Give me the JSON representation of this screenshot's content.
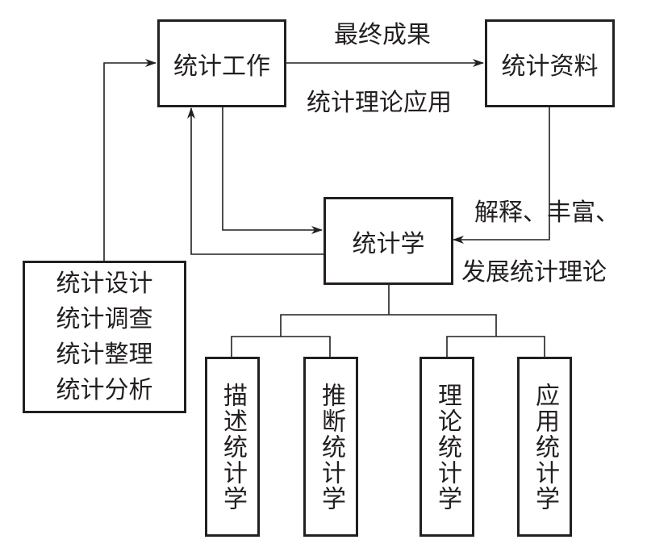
{
  "nodes": {
    "work": "统计工作",
    "data": "统计资料",
    "science": "统计学",
    "process": [
      "统计设计",
      "统计调查",
      "统计整理",
      "统计分析"
    ],
    "branches": [
      "描述统计学",
      "推断统计学",
      "理论统计学",
      "应用统计学"
    ]
  },
  "edge_labels": {
    "final_result": "最终成果",
    "theory_application": "统计理论应用",
    "explain_enrich": "解释、丰富、",
    "develop_theory": "发展统计理论"
  },
  "colors": {
    "stroke": "#231f20",
    "background": "#ffffff"
  }
}
